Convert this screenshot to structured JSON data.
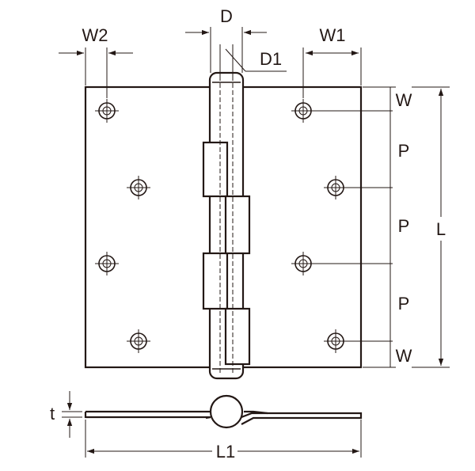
{
  "labels": {
    "d": "D",
    "d1": "D1",
    "w1": "W1",
    "w2": "W2",
    "w_top": "W",
    "w_bottom": "W",
    "p1": "P",
    "p2": "P",
    "p3": "P",
    "l": "L",
    "l1": "L1",
    "t": "t"
  },
  "colors": {
    "ink": "#231815",
    "background": "#ffffff"
  }
}
